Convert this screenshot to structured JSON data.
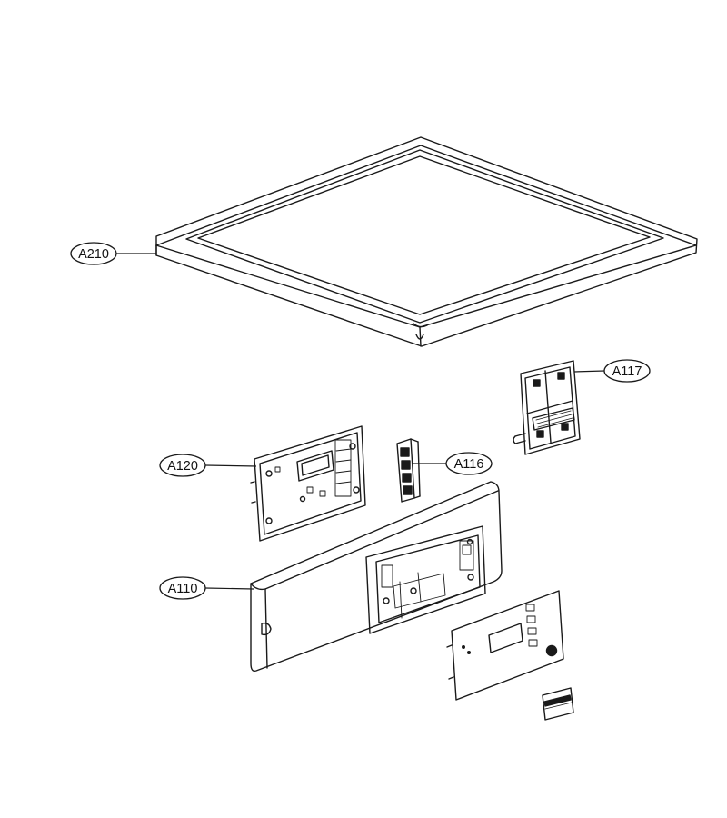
{
  "callouts": [
    {
      "id": "a210",
      "label": "A210"
    },
    {
      "id": "a117",
      "label": "A117"
    },
    {
      "id": "a120",
      "label": "A120"
    },
    {
      "id": "a116",
      "label": "A116"
    },
    {
      "id": "a110",
      "label": "A110"
    }
  ]
}
